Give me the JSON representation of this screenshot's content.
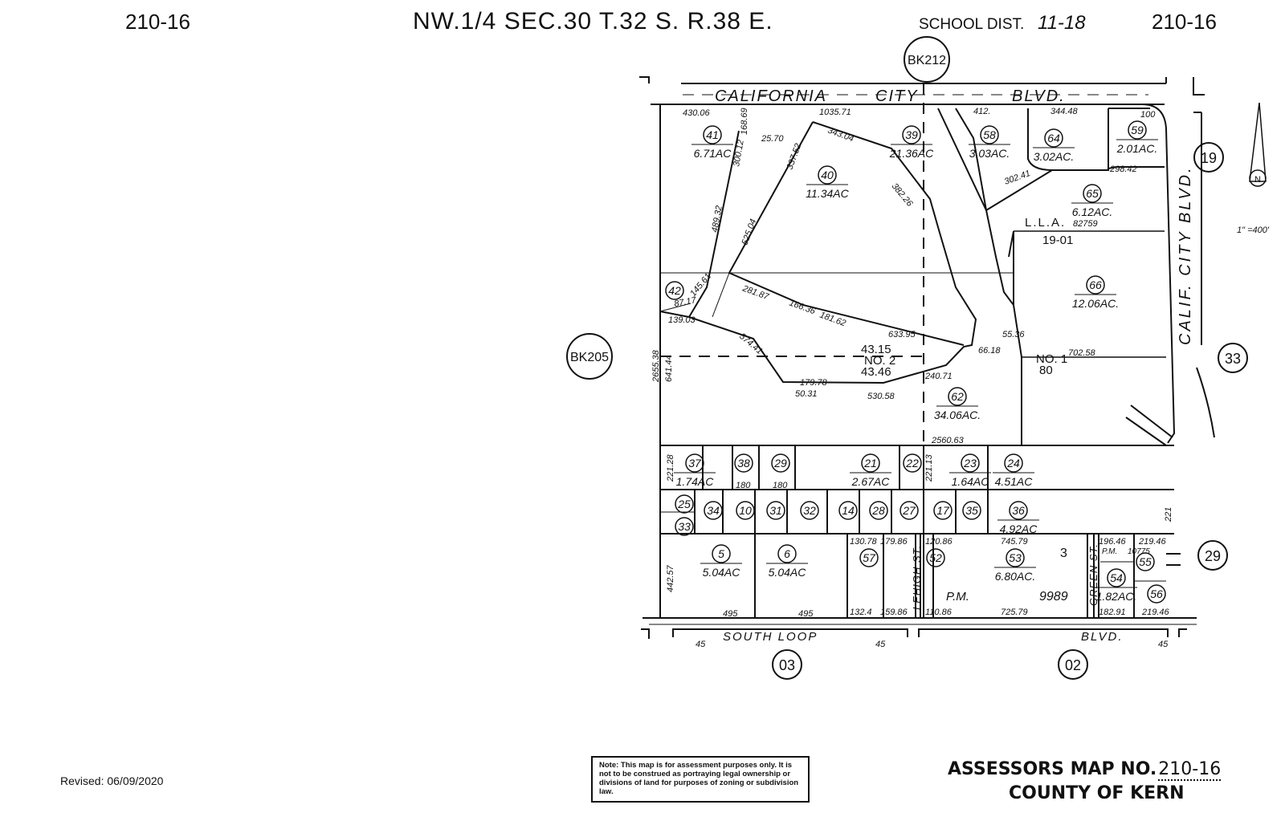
{
  "header": {
    "map_no_left": "210-16",
    "section": "NW.1/4 SEC.30 T.32 S. R.38 E.",
    "school_dist_label": "SCHOOL DIST.",
    "school_dist_value": "11-18",
    "map_no_right": "210-16"
  },
  "book_refs": {
    "top": "BK212",
    "left": "BK205",
    "right_19": "19",
    "right_33": "33",
    "right_29": "29",
    "bottom_03": "03",
    "bottom_02": "02"
  },
  "streets": {
    "top": [
      "CALIFORNIA",
      "CITY",
      "BLVD."
    ],
    "right": "CALIF. CITY BLVD.",
    "bottom_left": "SOUTH LOOP",
    "bottom_right": "BLVD.",
    "lehigh": "LEHIGH ST.",
    "green": "GREEN ST."
  },
  "scale": "1\" =400'",
  "north_arrow_label": "N",
  "parcels": [
    {
      "num": "41",
      "acres": "6.71AC"
    },
    {
      "num": "40",
      "acres": "11.34AC"
    },
    {
      "num": "39",
      "acres": "21.36AC"
    },
    {
      "num": "58",
      "acres": "3.03AC."
    },
    {
      "num": "64",
      "acres": "3.02AC."
    },
    {
      "num": "59",
      "acres": "2.01AC."
    },
    {
      "num": "65",
      "acres": "6.12AC."
    },
    {
      "num": "66",
      "acres": "12.06AC."
    },
    {
      "num": "42",
      "acres": ""
    },
    {
      "num": "62",
      "acres": "34.06AC."
    },
    {
      "num": "37",
      "acres": "1.74AC"
    },
    {
      "num": "38",
      "acres": ""
    },
    {
      "num": "29",
      "acres": ""
    },
    {
      "num": "21",
      "acres": "2.67AC"
    },
    {
      "num": "22",
      "acres": ""
    },
    {
      "num": "23",
      "acres": "1.64AC"
    },
    {
      "num": "24",
      "acres": "4.51AC"
    },
    {
      "num": "25",
      "acres": ""
    },
    {
      "num": "33",
      "acres": ""
    },
    {
      "num": "34",
      "acres": ""
    },
    {
      "num": "10",
      "acres": ""
    },
    {
      "num": "31",
      "acres": ""
    },
    {
      "num": "32",
      "acres": ""
    },
    {
      "num": "14",
      "acres": ""
    },
    {
      "num": "28",
      "acres": ""
    },
    {
      "num": "27",
      "acres": ""
    },
    {
      "num": "17",
      "acres": ""
    },
    {
      "num": "35",
      "acres": ""
    },
    {
      "num": "36",
      "acres": "4.92AC"
    },
    {
      "num": "5",
      "acres": "5.04AC"
    },
    {
      "num": "6",
      "acres": "5.04AC"
    },
    {
      "num": "57",
      "acres": ""
    },
    {
      "num": "52",
      "acres": ""
    },
    {
      "num": "53",
      "acres": "6.80AC."
    },
    {
      "num": "54",
      "acres": "1.82AC."
    },
    {
      "num": "55",
      "acres": ""
    },
    {
      "num": "56",
      "acres": ""
    }
  ],
  "annotations": {
    "lla": "L.L.A.",
    "lla_num": "82759",
    "lla_ref": "19-01",
    "no2_a": "43.15",
    "no2_b": "NO. 2",
    "no2_c": "43.46",
    "no1_a": "NO. 1",
    "no1_b": "80",
    "pm_left": "P.M.",
    "pm_num": "9989",
    "pm_right": "P.M.",
    "pm_right_num": "10775",
    "lot3": "3"
  },
  "dimensions": {
    "top_430": "430.06",
    "top_1035": "1035.71",
    "top_412": "412.",
    "top_344": "344.48",
    "top_100": "100",
    "d_2560": "2560.63",
    "d_2655": "2655.38",
    "d_641": "641.44",
    "d_495a": "495",
    "d_495b": "495",
    "d_442": "442.57",
    "d_745": "745.79",
    "d_725": "725.79",
    "d_702": "702.58",
    "d_240": "240.71",
    "d_530": "530.58",
    "d_179": "179.78",
    "d_574": "574.41",
    "d_281": "281.87",
    "d_166": "166.36",
    "d_181": "181.62",
    "d_633": "633.95",
    "d_343": "343.04",
    "d_382": "382.26",
    "d_525": "525.04",
    "d_489": "489.32",
    "d_337": "337.52",
    "d_300": "300.12",
    "d_25": "25.70",
    "d_168": "168.69",
    "d_139": "139.03",
    "d_87": "87.17",
    "d_145": "145.61",
    "d_302": "302.41",
    "d_298": "298.42",
    "d_196": "196.46",
    "d_219a": "219.46",
    "d_219b": "219.46",
    "d_182": "182.91",
    "d_130": "130.78",
    "d_179b": "179.86",
    "d_132": "132.4",
    "d_159": "159.86",
    "d_120": "120.86",
    "d_110": "110.86",
    "d_180a": "180",
    "d_180b": "180",
    "d_22128": "221.28",
    "d_22113": "221.13",
    "d_221": "221",
    "d_5031": "50.31",
    "d_5536": "55.36",
    "d_6618": "66.18",
    "d_45a": "45",
    "d_45b": "45",
    "d_45c": "45"
  },
  "note": "Note: This map is for assessment purposes only. It is not to be construed as portraying legal ownership or divisions of land for purposes of zoning or subdivision law.",
  "title_block": {
    "line1_label": "ASSESSORS MAP NO.",
    "line1_value": "210-16",
    "line2": "COUNTY OF KERN"
  },
  "revised": "Revised:  06/09/2020"
}
